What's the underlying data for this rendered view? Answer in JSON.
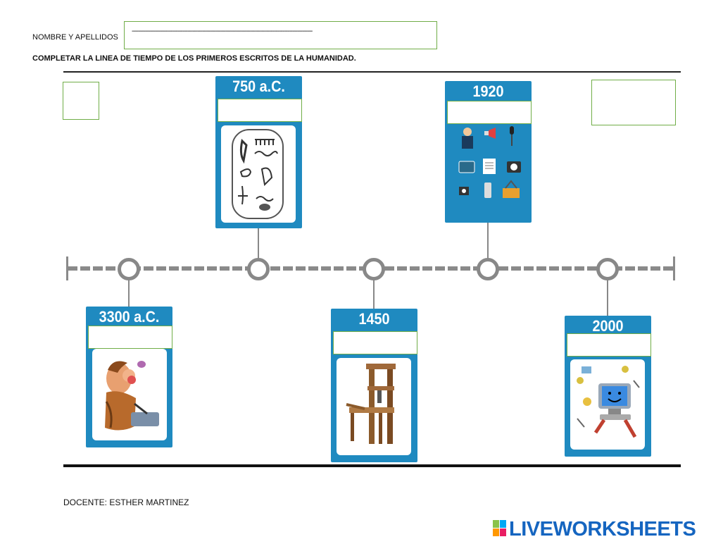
{
  "header": {
    "name_label": "NOMBRE Y APELLIDOS",
    "name_placeholder": "--------------------------------------------------------------------------------------------------------------",
    "instruction": "COMPLETAR LA LINEA DE TIEMPO DE LOS PRIMEROS ESCRITOS DE LA HUMANIDAD."
  },
  "timeline": {
    "events": [
      {
        "year": "3300 a.C.",
        "icon": "caveman-carving-icon"
      },
      {
        "year": "750 a.C.",
        "icon": "hieroglyphs-icon"
      },
      {
        "year": "1450",
        "icon": "printing-press-icon"
      },
      {
        "year": "1920",
        "icon": "mass-media-icon"
      },
      {
        "year": "2000",
        "icon": "computer-icon"
      }
    ]
  },
  "footer": {
    "teacher": "DOCENTE: ESTHER MARTINEZ",
    "brand": "LIVEWORKSHEETS"
  },
  "colors": {
    "card_blue": "#1f8ac0",
    "field_border": "#70ad47",
    "timeline_gray": "#8a8a8a",
    "brand_blue": "#1565c0"
  }
}
